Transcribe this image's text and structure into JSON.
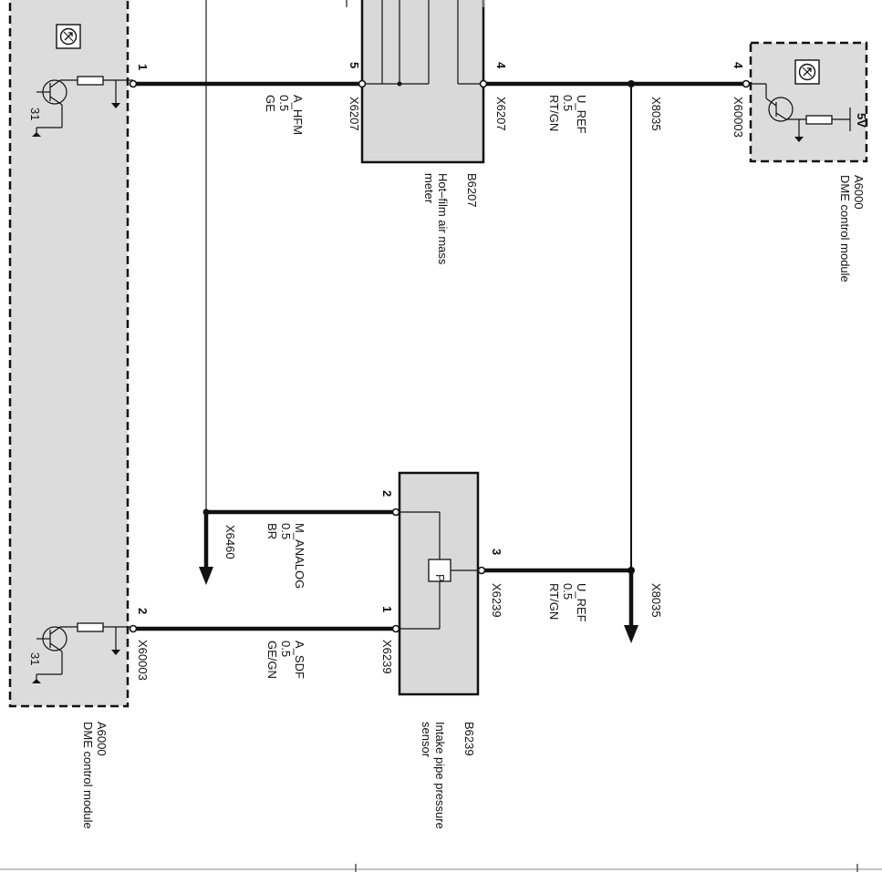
{
  "modules": {
    "dme_left": {
      "id": "A6000",
      "name": "DME control module",
      "connector": "X60003",
      "ground_label": "31",
      "pin_top": "1",
      "pin_bottom": "2"
    },
    "dme_right": {
      "id": "A6000",
      "name": "DME control module",
      "connector": "X60003",
      "pin": "4",
      "supply_label": "5V"
    },
    "hfm": {
      "id": "B6207",
      "name_line1": "Hot–film air mass",
      "name_line2": "meter",
      "connector": "X6207",
      "pin_left": "5",
      "pin_right": "4"
    },
    "intake_sensor": {
      "id": "B6239",
      "name_line1": "Intake pipe pressure",
      "name_line2": "sensor",
      "connector": "X6239",
      "pin_top": "2",
      "pin_right": "3",
      "pin_bottom": "1",
      "element_label": "P"
    }
  },
  "wires": {
    "a_hfm": {
      "signal": "A_HFM",
      "size": "0.5",
      "color": "GE"
    },
    "u_ref_top": {
      "signal": "U_REF",
      "size": "0.5",
      "color": "RT/GN"
    },
    "u_ref_bottom": {
      "signal": "U_REF",
      "size": "0.5",
      "color": "RT/GN"
    },
    "m_analog": {
      "signal": "M_ANALOG",
      "size": "0.5",
      "color": "BR"
    },
    "a_sdf": {
      "signal": "A_SDF",
      "size": "0.5",
      "color": "GE/GN"
    }
  },
  "splices": {
    "x8035_top": "X8035",
    "x8035_bottom": "X8035",
    "x6460": "X6460"
  }
}
